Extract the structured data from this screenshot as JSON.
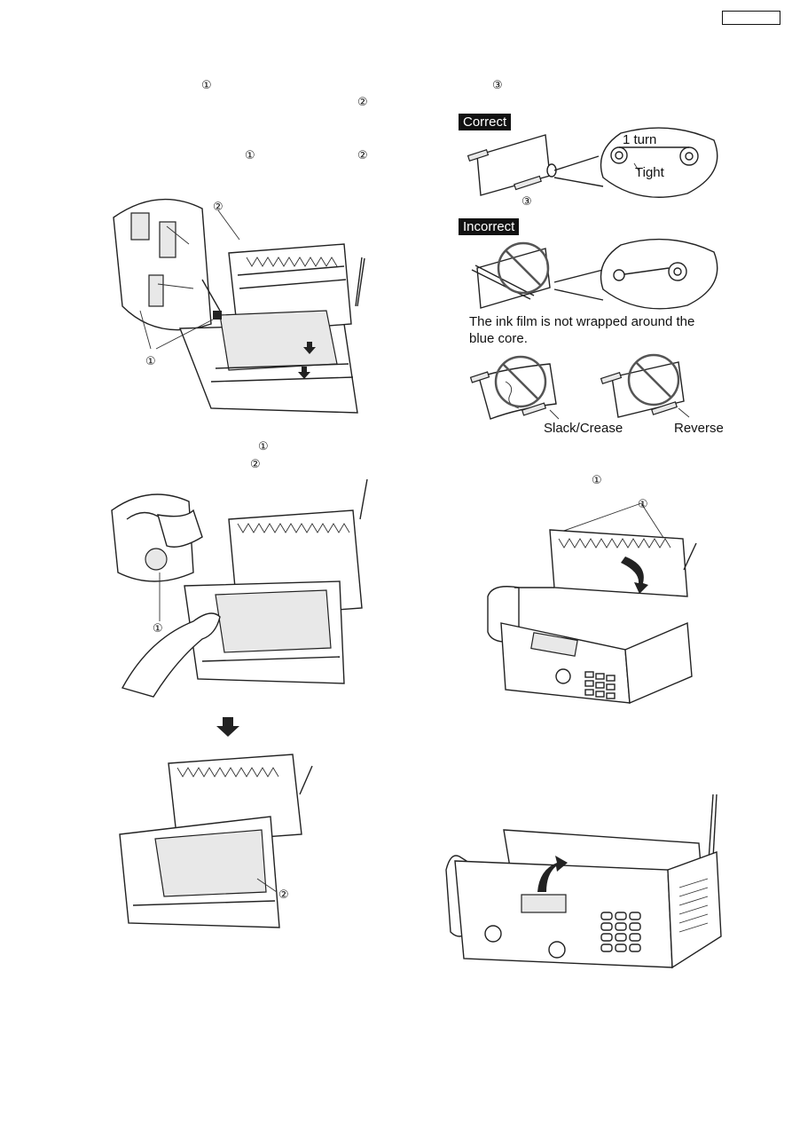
{
  "page_markers": {
    "step_left_top": [
      "①",
      "②",
      "①",
      "②"
    ],
    "step_left_mid": [
      "①",
      "②"
    ],
    "step_right_top": [
      "③"
    ],
    "step_right_mid": [
      "①"
    ]
  },
  "figures": {
    "fig1": {
      "callouts": [
        "②",
        "①"
      ]
    },
    "fig2": {
      "callouts": [
        "①"
      ]
    },
    "fig3": {
      "callouts": [
        "②"
      ]
    },
    "correct": {
      "badge": "Correct",
      "bubble_turn": "1 turn",
      "bubble_tight": "Tight",
      "callout": "③"
    },
    "incorrect": {
      "badge": "Incorrect",
      "caption_line1": "The ink film is not wrapped around the",
      "caption_line2": "blue core.",
      "label_slack": "Slack/Crease",
      "label_reverse": "Reverse"
    },
    "fig_close": {
      "callouts": [
        "①"
      ]
    }
  },
  "icons": [
    "down-arrow-icon",
    "prohibited-icon",
    "curved-arrow-icon"
  ]
}
